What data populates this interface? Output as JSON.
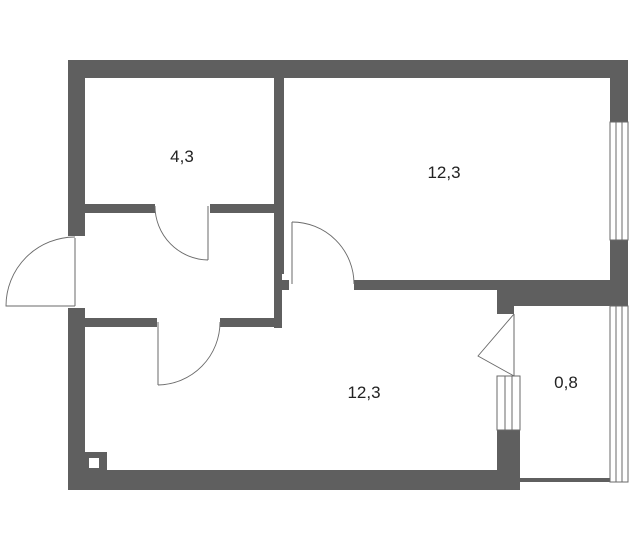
{
  "plan": {
    "rooms": [
      {
        "id": "bathroom",
        "area": "4,3"
      },
      {
        "id": "bedroom",
        "area": "12,3"
      },
      {
        "id": "living",
        "area": "12,3"
      },
      {
        "id": "balcony",
        "area": "0,8"
      }
    ]
  }
}
